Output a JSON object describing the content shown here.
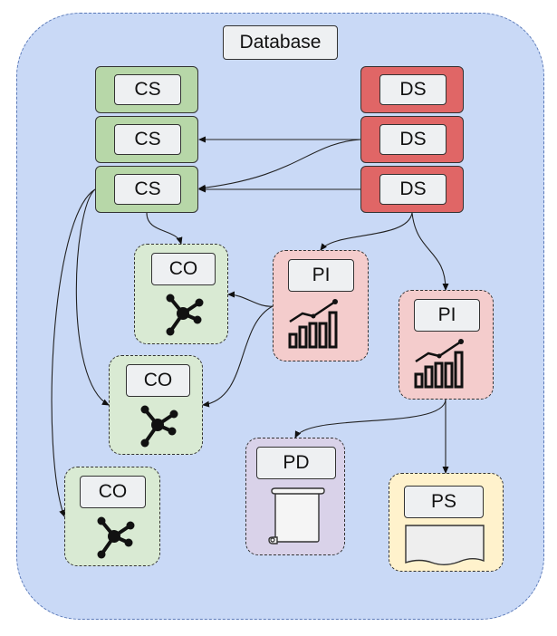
{
  "title": "Database",
  "labels": {
    "cs": "CS",
    "ds": "DS",
    "co": "CO",
    "pi": "PI",
    "pd": "PD",
    "ps": "PS"
  },
  "colors": {
    "container": "#c9d9f6",
    "cs": "#b7d7a8",
    "ds": "#e06666",
    "co": "#d9ead3",
    "pi": "#f4cccc",
    "pd": "#d9d2e9",
    "ps": "#fff2cc"
  },
  "icons": {
    "co": "molecule-icon",
    "pi": "bar-chart-trend-icon",
    "pd": "scroll-icon",
    "ps": "document-icon"
  }
}
